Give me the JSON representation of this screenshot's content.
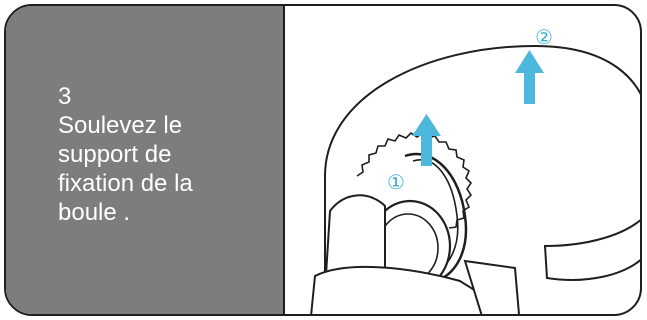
{
  "instruction": {
    "step_number": "3",
    "text": "Soulevez le\nsupport de\nfixation de la\nboule ."
  },
  "illustration": {
    "markers": [
      "①",
      "②"
    ],
    "arrow_color": "#4db8dc",
    "line_color": "#1f1f1f"
  }
}
